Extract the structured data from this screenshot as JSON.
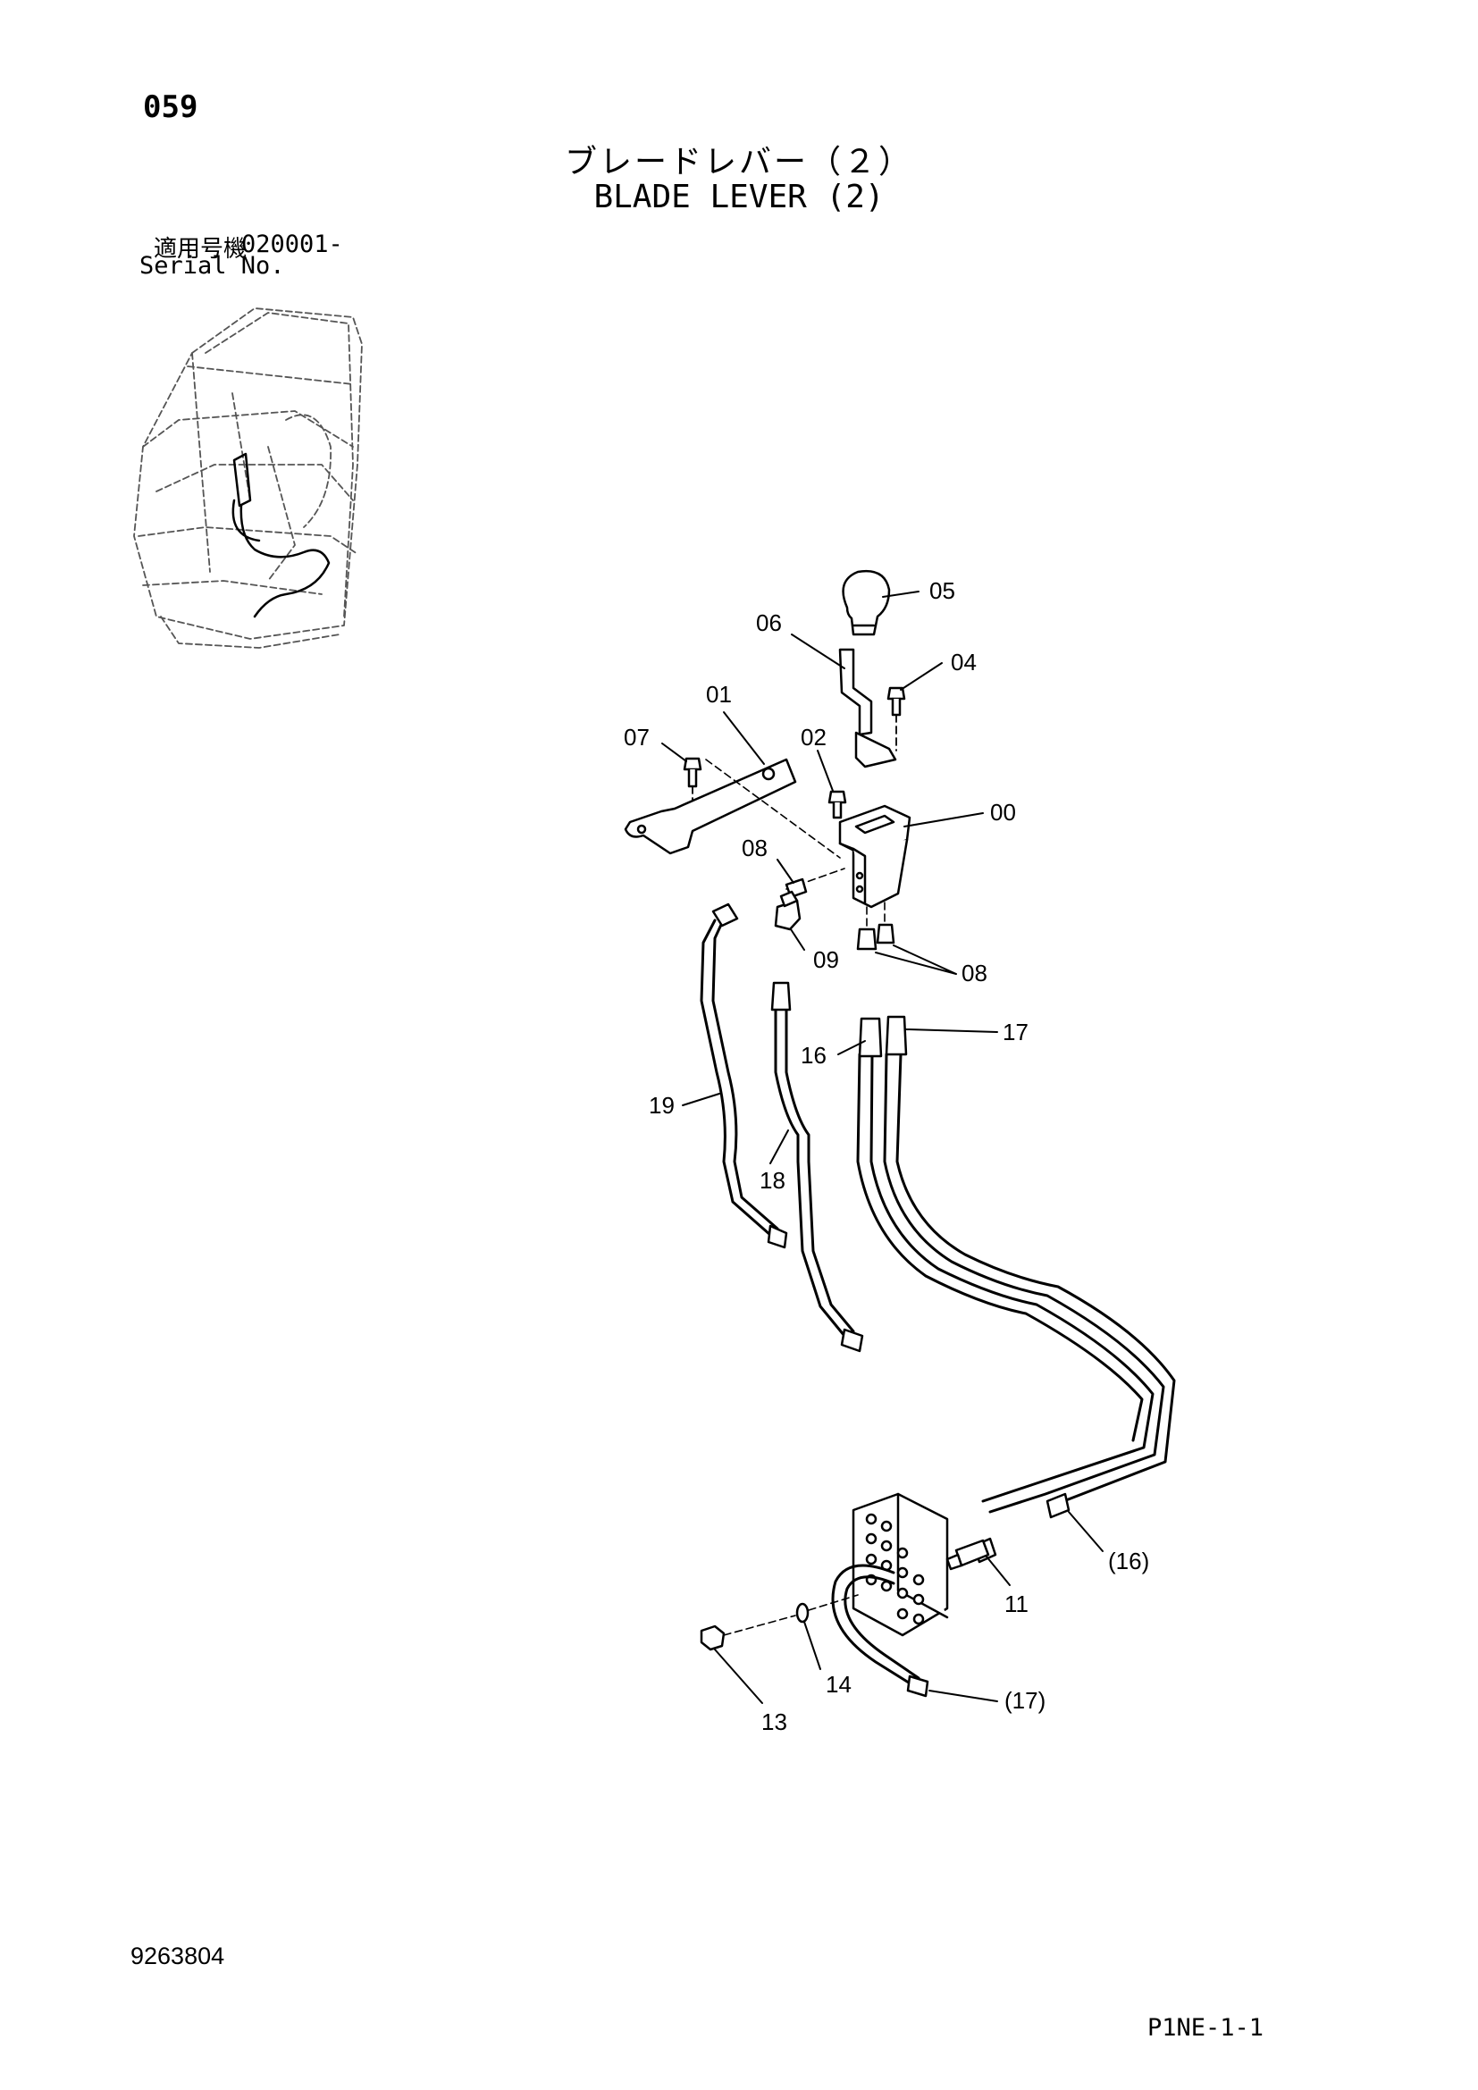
{
  "page_number": "059",
  "title_jp": "ブレードレバー（２）",
  "title_en": "BLADE LEVER (2)",
  "serial": {
    "label_jp": "適用号機",
    "value": "020001-",
    "label_en": "Serial No."
  },
  "callouts": {
    "c00": "00",
    "c01": "01",
    "c02": "02",
    "c04": "04",
    "c05": "05",
    "c06": "06",
    "c07": "07",
    "c08a": "08",
    "c08b": "08",
    "c09": "09",
    "c11": "11",
    "c13": "13",
    "c14": "14",
    "c16": "16",
    "c16b": "(16)",
    "c17": "17",
    "c17b": "(17)",
    "c18": "18",
    "c19": "19"
  },
  "document_number": "9263804",
  "page_code": "P1NE-1-1"
}
